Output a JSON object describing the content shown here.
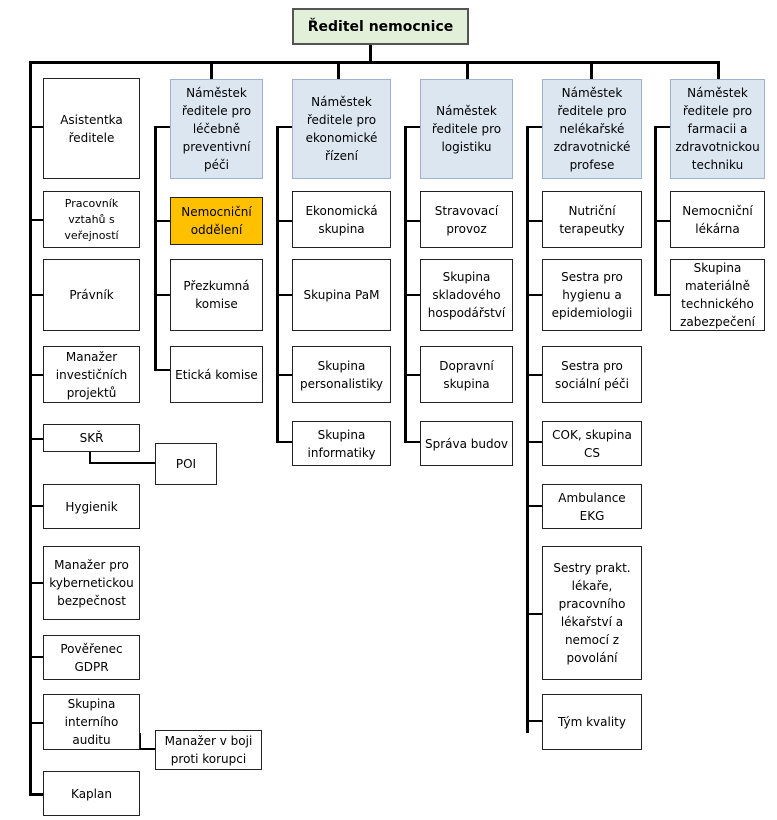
{
  "root": "Ředitel nemocnice",
  "staff": {
    "asistentka": "Asistentka ředitele",
    "pr": "Pracovník vztahů s veřejností",
    "pravnik": "Právník",
    "manazer_invest": "Manažer investičních projektů",
    "skr": "SKŘ",
    "poi": "POI",
    "hygienik": "Hygienik",
    "kyber": "Manažer pro kybernetickou bezpečnost",
    "gdpr": "Pověřenec GDPR",
    "audit": "Skupina interního auditu",
    "korupce": "Manažer v boji proti korupci",
    "kaplan": "Kaplan"
  },
  "columns": [
    {
      "head": "Náměstek ředitele pro léčebně preventivní péči",
      "items": [
        "Nemocniční oddělení",
        "Přezkumná komise",
        "Etická komise"
      ]
    },
    {
      "head": "Náměstek ředitele pro ekonomické řízení",
      "items": [
        "Ekonomická skupina",
        "Skupina PaM",
        "Skupina personalistiky",
        "Skupina informatiky"
      ]
    },
    {
      "head": "Náměstek ředitele pro logistiku",
      "items": [
        "Stravovací provoz",
        "Skupina skladového hospodářství",
        "Dopravní skupina",
        "Správa budov"
      ]
    },
    {
      "head": "Náměstek ředitele pro nelékařské zdravotnické profese",
      "items": [
        "Nutriční terapeutky",
        "Sestra pro hygienu a epidemiologii",
        "Sestra pro sociální péči",
        "COK, skupina CS",
        "Ambulance EKG",
        "Sestry prakt. lékaře, pracovního lékařství a nemocí z povolání",
        "Tým kvality"
      ]
    },
    {
      "head": "Náměstek ředitele pro farmacii a zdravotnickou techniku",
      "items": [
        "Nemocniční lékárna",
        "Skupina materiálně technického zabezpečení"
      ]
    }
  ]
}
